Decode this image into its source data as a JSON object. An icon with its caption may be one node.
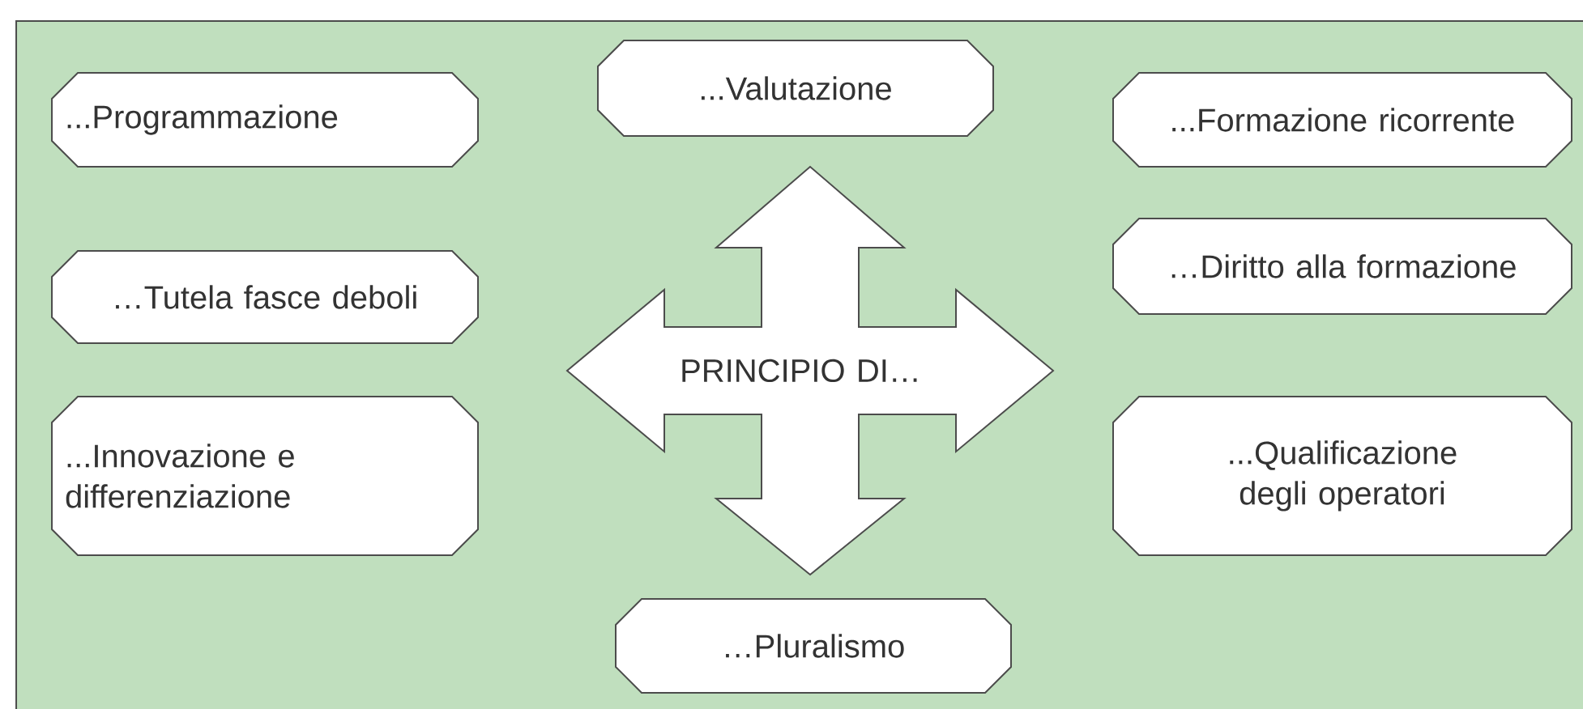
{
  "diagram": {
    "nodes": [
      {
        "text": [
          "...Programmazione"
        ]
      },
      {
        "text": [
          "...Valutazione"
        ]
      },
      {
        "text": [
          "...Formazione ricorrente"
        ]
      },
      {
        "text": [
          "…Tutela fasce deboli"
        ]
      },
      {
        "text": [
          "…Diritto alla formazione"
        ]
      },
      {
        "text": [
          "PRINCIPIO DI…"
        ]
      },
      {
        "text": [
          "...Innovazione e differenziazione"
        ]
      },
      {
        "text": [
          "...Qualificazione degli operatori"
        ]
      },
      {
        "text": [
          "…Pluralismo"
        ]
      }
    ]
  }
}
